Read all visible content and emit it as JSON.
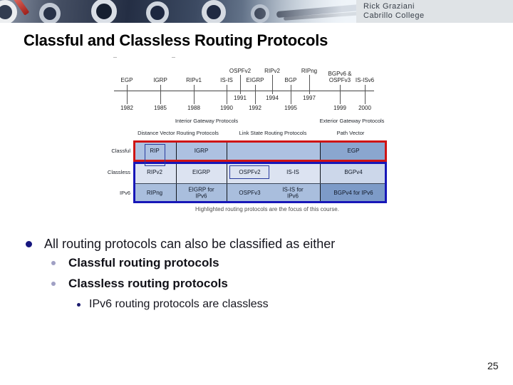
{
  "banner": {
    "credit": [
      "Rick Graziani",
      "Cabrillo College"
    ]
  },
  "title": "Classful and Classless Routing Protocols",
  "figure": {
    "timeline": {
      "items": [
        {
          "protocol": "EGP",
          "year": "1982",
          "raised": false
        },
        {
          "protocol": "IGRP",
          "year": "1985",
          "raised": false
        },
        {
          "protocol": "RIPv1",
          "year": "1988",
          "raised": false
        },
        {
          "protocol": "IS-IS",
          "year": "1990",
          "raised": false
        },
        {
          "protocol": "OSPFv2",
          "year": "1991",
          "raised": true
        },
        {
          "protocol": "EIGRP",
          "year": "1992",
          "raised": false
        },
        {
          "protocol": "RIPv2",
          "year": "1994",
          "raised": true
        },
        {
          "protocol": "BGP",
          "year": "1995",
          "raised": false
        },
        {
          "protocol": "RIPng",
          "year": "1997",
          "raised": true
        },
        {
          "protocol": "BGPv6 &\nOSPFv3",
          "year": "1999",
          "raised": false
        },
        {
          "protocol": "IS-ISv6",
          "year": "2000",
          "raised": false
        }
      ]
    },
    "classification": {
      "group_headers": [
        "Interior Gateway Protocols",
        "Exterior Gateway Protocols"
      ],
      "section_headers": [
        "Distance Vector Routing Protocols",
        "Link State Routing Protocols",
        "Path Vector"
      ],
      "rows": [
        {
          "label": "Classful",
          "cells": [
            "RIP",
            "IGRP",
            "",
            "",
            "EGP"
          ]
        },
        {
          "label": "Classless",
          "cells": [
            "RIPv2",
            "EIGRP",
            "OSPFv2",
            "IS-IS",
            "BGPv4"
          ]
        },
        {
          "label": "IPv6",
          "cells": [
            "RIPng",
            "EIGRP for\nIPv6",
            "OSPFv3",
            "IS-IS for\nIPv6",
            "BGPv4 for IPv6"
          ]
        }
      ],
      "highlighted_protocols": [
        "RIP",
        "OSPFv2"
      ],
      "caption": "Highlighted routing protocols are the focus of this course.",
      "colors": {
        "classful_bg": "#adc1e1",
        "classful_right_bg": "#8aa6cf",
        "classless_bg": "#dce3f1",
        "classless_right_bg": "#ccd7ea",
        "ipv6_bg": "#a9bedd",
        "ipv6_right_bg": "#7d9bc8",
        "red_border": "#cf1414",
        "blue_border": "#1717b8",
        "highlight_box": "#2a3c9e"
      }
    }
  },
  "bullets": [
    {
      "level": 1,
      "text": "All routing protocols can also be classified as either",
      "bold": false
    },
    {
      "level": 2,
      "text": "Classful routing protocols",
      "bold": true
    },
    {
      "level": 2,
      "text": "Classless routing protocols",
      "bold": true
    },
    {
      "level": 3,
      "text": "IPv6 routing protocols are classless",
      "bold": false
    }
  ],
  "page_number": "25"
}
